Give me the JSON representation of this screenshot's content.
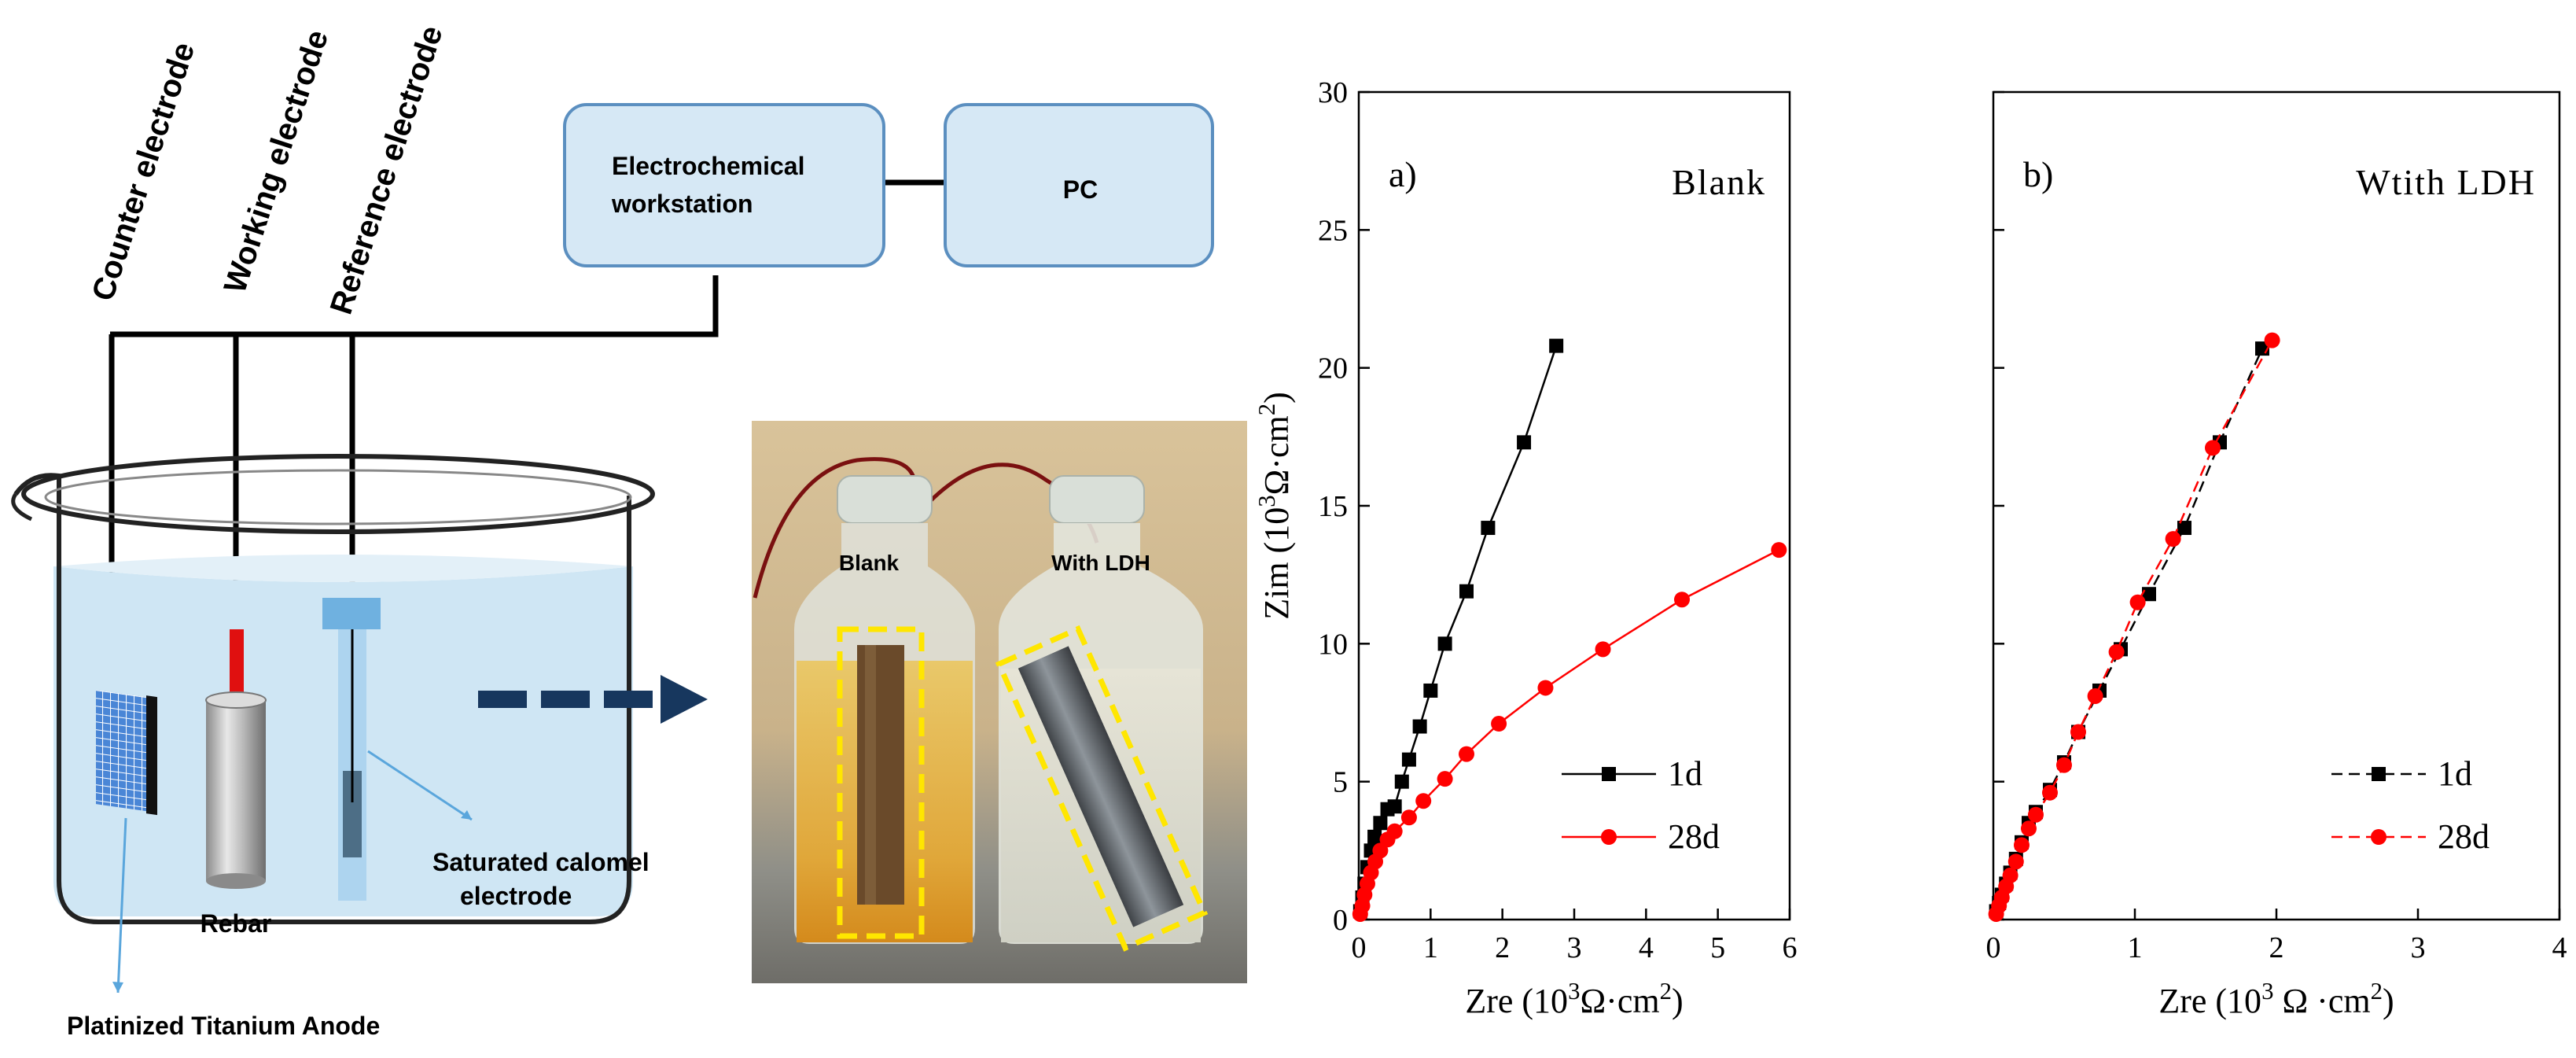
{
  "schematic": {
    "wire_labels": [
      "Counter electrode",
      "Working electrode",
      "Reference electrode"
    ],
    "workstation_label_line1": "Electrochemical",
    "workstation_label_line2": "workstation",
    "pc_label": "PC",
    "rebar_label": "Rebar",
    "sce_label_line1": "Saturated calomel",
    "sce_label_line2": "electrode",
    "anode_label": "Platinized Titanium Anode"
  },
  "photo": {
    "left_label": "Blank",
    "right_label": "With LDH"
  },
  "colors": {
    "box_fill": "#d6e8f5",
    "box_stroke": "#5b8fc0",
    "arrow": "#17375e",
    "series_1d": "#000000",
    "series_28d": "#ff0000",
    "highlight": "#ffe600"
  },
  "chart_data": [
    {
      "type": "scatter",
      "panel_label": "a)",
      "title": "Blank",
      "xlabel": "Zre (10³Ω·cm²)",
      "ylabel": "Zim (10³Ω·cm²)",
      "xlim": [
        0,
        6
      ],
      "ylim": [
        0,
        30
      ],
      "xticks": [
        "0",
        "1",
        "2",
        "3",
        "4",
        "5",
        "6"
      ],
      "yticks": [
        "0",
        "5",
        "10",
        "15",
        "20",
        "25",
        "30"
      ],
      "legend_position": "bottom-right",
      "series": [
        {
          "name": "1d",
          "marker": "square",
          "points": [
            [
              0.02,
              0.3
            ],
            [
              0.05,
              0.8
            ],
            [
              0.08,
              1.3
            ],
            [
              0.12,
              1.9
            ],
            [
              0.17,
              2.5
            ],
            [
              0.22,
              3.0
            ],
            [
              0.3,
              3.5
            ],
            [
              0.4,
              4.0
            ],
            [
              0.5,
              4.1
            ],
            [
              0.6,
              5.0
            ],
            [
              0.7,
              5.8
            ],
            [
              0.85,
              7.0
            ],
            [
              1.0,
              8.3
            ],
            [
              1.2,
              10.0
            ],
            [
              1.5,
              11.9
            ],
            [
              1.8,
              14.2
            ],
            [
              2.3,
              17.3
            ],
            [
              2.75,
              20.8
            ]
          ]
        },
        {
          "name": "28d",
          "marker": "circle",
          "points": [
            [
              0.02,
              0.2
            ],
            [
              0.05,
              0.5
            ],
            [
              0.08,
              0.9
            ],
            [
              0.12,
              1.3
            ],
            [
              0.17,
              1.7
            ],
            [
              0.23,
              2.1
            ],
            [
              0.3,
              2.5
            ],
            [
              0.4,
              2.9
            ],
            [
              0.5,
              3.2
            ],
            [
              0.7,
              3.7
            ],
            [
              0.9,
              4.3
            ],
            [
              1.2,
              5.1
            ],
            [
              1.5,
              6.0
            ],
            [
              1.95,
              7.1
            ],
            [
              2.6,
              8.4
            ],
            [
              3.4,
              9.8
            ],
            [
              4.5,
              11.6
            ],
            [
              5.85,
              13.4
            ]
          ]
        }
      ]
    },
    {
      "type": "scatter",
      "panel_label": "b)",
      "title": "Wtith LDH",
      "xlabel": "Zre (10³ Ω ·cm²)",
      "ylabel": "",
      "xlim": [
        0,
        4
      ],
      "ylim": [
        0,
        30
      ],
      "xticks": [
        "0",
        "1",
        "2",
        "3",
        "4"
      ],
      "yticks": [],
      "legend_position": "bottom-right",
      "series": [
        {
          "name": "1d",
          "marker": "square",
          "points": [
            [
              0.02,
              0.3
            ],
            [
              0.04,
              0.6
            ],
            [
              0.06,
              0.9
            ],
            [
              0.09,
              1.3
            ],
            [
              0.12,
              1.7
            ],
            [
              0.16,
              2.2
            ],
            [
              0.2,
              2.8
            ],
            [
              0.25,
              3.5
            ],
            [
              0.3,
              3.9
            ],
            [
              0.4,
              4.7
            ],
            [
              0.5,
              5.7
            ],
            [
              0.6,
              6.8
            ],
            [
              0.75,
              8.3
            ],
            [
              0.9,
              9.8
            ],
            [
              1.1,
              11.8
            ],
            [
              1.35,
              14.2
            ],
            [
              1.6,
              17.3
            ],
            [
              1.9,
              20.7
            ]
          ]
        },
        {
          "name": "28d",
          "marker": "circle",
          "points": [
            [
              0.02,
              0.2
            ],
            [
              0.04,
              0.5
            ],
            [
              0.06,
              0.8
            ],
            [
              0.09,
              1.2
            ],
            [
              0.12,
              1.6
            ],
            [
              0.16,
              2.1
            ],
            [
              0.2,
              2.7
            ],
            [
              0.25,
              3.3
            ],
            [
              0.3,
              3.8
            ],
            [
              0.4,
              4.6
            ],
            [
              0.5,
              5.6
            ],
            [
              0.6,
              6.8
            ],
            [
              0.72,
              8.1
            ],
            [
              0.87,
              9.7
            ],
            [
              1.02,
              11.5
            ],
            [
              1.27,
              13.8
            ],
            [
              1.55,
              17.1
            ],
            [
              1.97,
              21.0
            ]
          ]
        }
      ]
    }
  ]
}
